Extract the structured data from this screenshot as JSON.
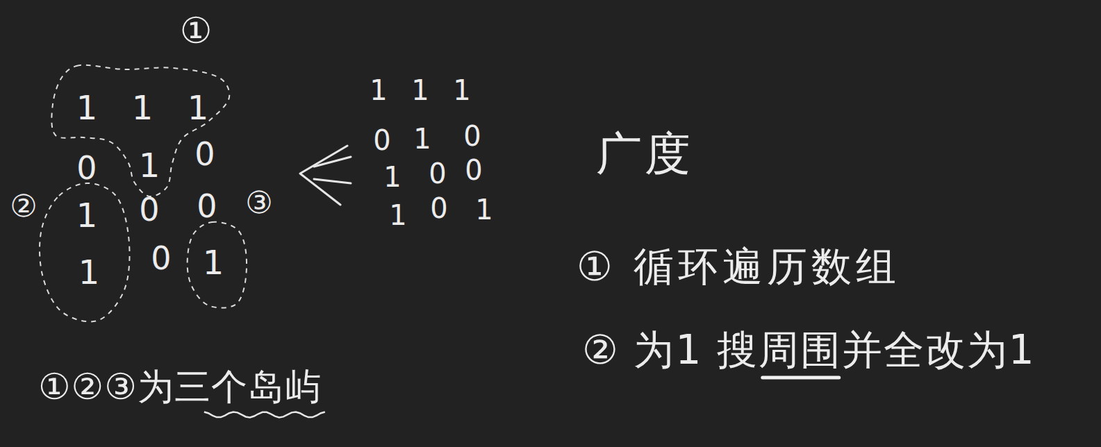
{
  "diagram": {
    "nodes": [
      {
        "text": [
          "①",
          "1",
          "1",
          "1",
          "1"
        ]
      },
      {
        "text": [
          "②",
          "1",
          "1"
        ]
      },
      {
        "text": [
          "③",
          "1"
        ]
      }
    ],
    "labels": [
      "0",
      "0",
      "0",
      "0",
      "0",
      "1",
      "1",
      "1",
      "0",
      "1",
      "0",
      "1",
      "0",
      "0",
      "1",
      "0",
      "1",
      "①②③为三个岛屿",
      "广度",
      "① 循环遍历数组",
      "② 为1 搜周围并全改为1"
    ]
  }
}
